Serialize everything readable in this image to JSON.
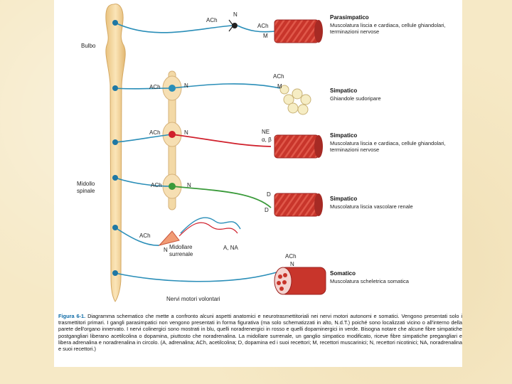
{
  "labels": {
    "bulbo": "Bulbo",
    "midollo": "Midollo spinale",
    "nervi_motori": "Nervi motori volontari",
    "midollare": "Midollare surrenale"
  },
  "receptors": {
    "ach": "ACh",
    "n": "N",
    "m": "M",
    "ne": "NE",
    "alpha_beta": "α, β",
    "d": "D",
    "a_na": "A, NA"
  },
  "rows": [
    {
      "title": "Parasimpatico",
      "desc": "Muscolatura liscia e cardiaca, cellule ghiandolari, terminazioni nervose"
    },
    {
      "title": "Simpatico",
      "desc": "Ghiandole sudoripare"
    },
    {
      "title": "Simpatico",
      "desc": "Muscolatura liscia e cardiaca, cellule ghiandolari, terminazioni nervose"
    },
    {
      "title": "Simpatico",
      "desc": "Muscolatura liscia vascolare renale"
    },
    {
      "title": "Somatico",
      "desc": "Muscolatura scheletrica somatica"
    }
  ],
  "caption": {
    "figure_label": "Figura 6-1.",
    "text": "Diagramma schematico che mette a confronto alcuni aspetti anatomici e neurotrasmettitoriali nei nervi motori autonomi e somatici. Vengono presentati solo i trasmettitori primari. I gangli parasimpatici non vengono presentati in forma figurativa (ma solo schematizzati in alto, N.d.T.) poiché sono localizzati vicino o all'interno della parete dell'organo innervato. I nervi colinergici sono mostrati in blu, quelli noradrenergici in rosso e quelli dopaminergici in verde. Bisogna notare che alcune fibre simpatiche postgangliari liberano acetilcolina o dopamina, piuttosto che noradrenalina. La midollare surrenale, un ganglio simpatico modificato, riceve fibre simpatiche pregangliari e libera adrenalina e noradrenalina in circolo. (A, adrenalina; ACh, acetilcolina; D, dopamina ed i suoi recettori; M, recettori muscarinici; N, recettori nicotinici; NA, noradrenalina e suoi recettori.)"
  },
  "colors": {
    "cholinergic": "#2a8eb8",
    "noradrenergic": "#d0202c",
    "dopaminergic": "#3a9a3a",
    "cord": "#f1d29c",
    "muscle": "#c8352b",
    "figure_label": "#0c6aa6"
  }
}
